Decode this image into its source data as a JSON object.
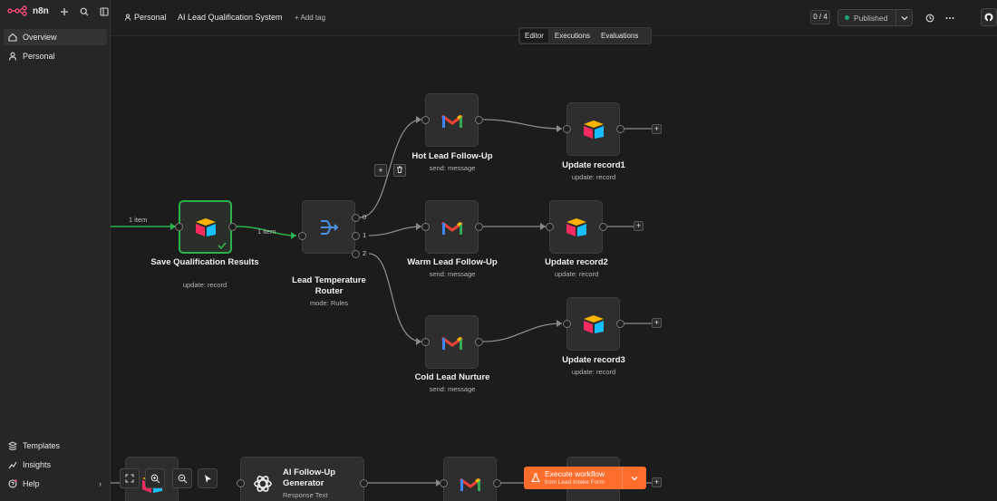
{
  "brand": {
    "name": "n8n"
  },
  "sidebar": {
    "items": [
      {
        "label": "Overview"
      },
      {
        "label": "Personal"
      }
    ],
    "bottom": [
      {
        "label": "Templates"
      },
      {
        "label": "Insights"
      },
      {
        "label": "Help"
      }
    ]
  },
  "header": {
    "project": "Personal",
    "workflow_name": "AI Lead Qualification System",
    "add_tag": "+ Add tag",
    "counter": "0 / 4",
    "status": "Published"
  },
  "tabs": [
    {
      "label": "Editor"
    },
    {
      "label": "Executions"
    },
    {
      "label": "Evaluations"
    }
  ],
  "nodes": {
    "save": {
      "title": "Save Qualification Results",
      "subtitle": "update: record"
    },
    "router": {
      "title": "Lead Temperature Router",
      "subtitle": "mode: Rules",
      "outputs": [
        "0",
        "1",
        "2"
      ]
    },
    "hot": {
      "title": "Hot Lead Follow-Up",
      "subtitle": "send: message"
    },
    "warm": {
      "title": "Warm Lead Follow-Up",
      "subtitle": "send: message"
    },
    "cold": {
      "title": "Cold Lead Nurture",
      "subtitle": "send: message"
    },
    "update1": {
      "title": "Update record1",
      "subtitle": "update: record"
    },
    "update2": {
      "title": "Update record2",
      "subtitle": "update: record"
    },
    "update3": {
      "title": "Update record3",
      "subtitle": "update: record"
    },
    "ai": {
      "title": "AI Follow-Up Generator",
      "subtitle": "Response Text"
    }
  },
  "edges": {
    "in_label": "1 item",
    "save_router_label": "1 item"
  },
  "execute": {
    "title": "Execute workflow",
    "subtitle": "from Lead Intake Form"
  },
  "colors": {
    "accent": "#ff6d2d",
    "success": "#2bb24c",
    "published_dot": "#1fa57a"
  }
}
